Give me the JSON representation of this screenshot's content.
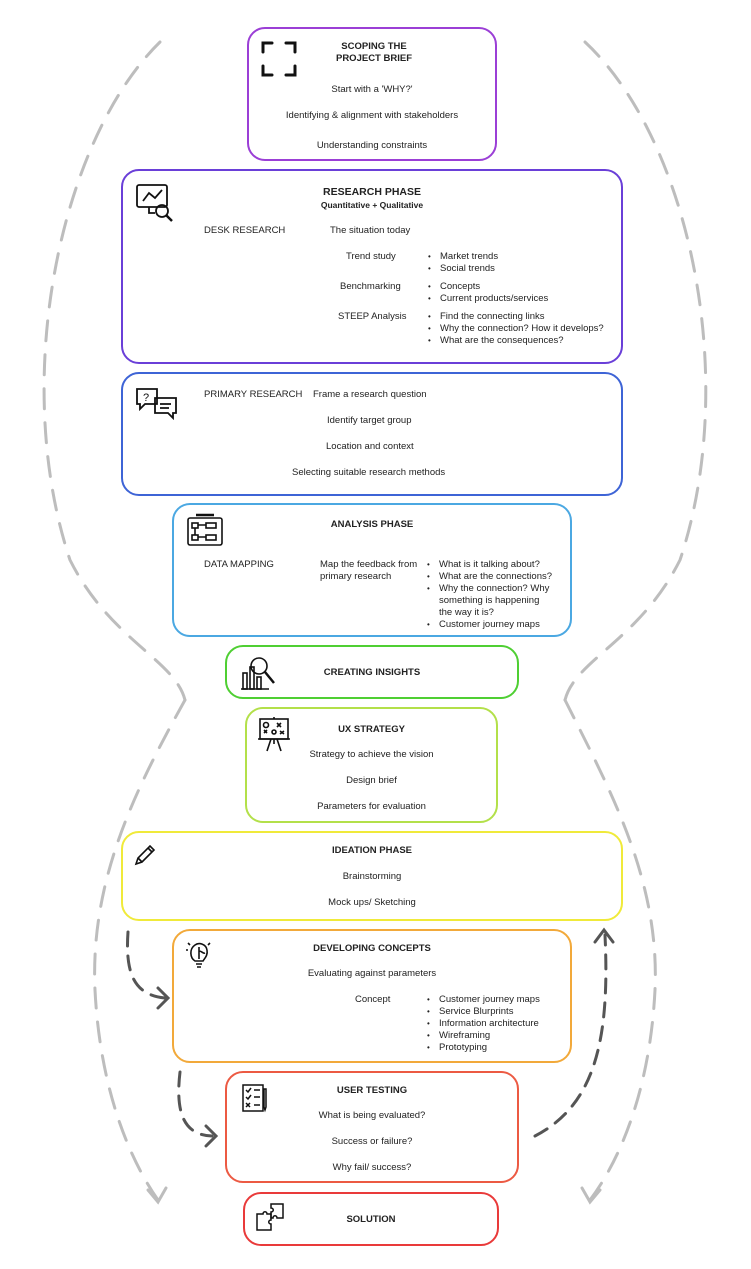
{
  "colors": {
    "scoping": "#9b3fd6",
    "research": "#6a3fd8",
    "primary": "#3e64d6",
    "analysis": "#4ba8e2",
    "insights": "#4fcf33",
    "strategy": "#b3e04a",
    "ideation": "#f0ea3a",
    "developing": "#f2a93a",
    "testing": "#ec5a43",
    "solution": "#e93a3a",
    "dashed_outer": "#bdbdbd",
    "dashed_inner": "#555555"
  },
  "scoping": {
    "title": "SCOPING THE PROJECT BRIEF",
    "items": [
      "Start with a 'WHY?'",
      "Identifying & alignment with stakeholders",
      "Understanding constraints"
    ]
  },
  "research": {
    "title": "RESEARCH PHASE",
    "subtitle": "Quantitative + Qualitative",
    "desk_label": "DESK RESEARCH",
    "situation": "The situation today",
    "rows": [
      {
        "label": "Trend study",
        "bullets": [
          "Market trends",
          "Social trends"
        ]
      },
      {
        "label": "Benchmarking",
        "bullets": [
          "Concepts",
          "Current products/services"
        ]
      },
      {
        "label": "STEEP Analysis",
        "bullets": [
          "Find the connecting links",
          "Why the connection? How it develops?",
          "What are the consequences?"
        ]
      }
    ]
  },
  "primary": {
    "label": "PRIMARY RESEARCH",
    "items": [
      "Frame a research question",
      "Identify target group",
      "Location and context",
      "Selecting suitable research methods"
    ]
  },
  "analysis": {
    "title": "ANALYSIS PHASE",
    "label": "DATA MAPPING",
    "middle_line1": "Map the feedback from",
    "middle_line2": "primary research",
    "bullets": [
      "What is it talking about?",
      "What are the connections?",
      "Why the connection? Why",
      "something is happening",
      "the way it is?",
      "Customer journey maps"
    ]
  },
  "insights": {
    "title": "CREATING INSIGHTS"
  },
  "strategy": {
    "title": "UX STRATEGY",
    "items": [
      "Strategy to achieve the vision",
      "Design brief",
      "Parameters for evaluation"
    ]
  },
  "ideation": {
    "title": "IDEATION PHASE",
    "items": [
      "Brainstorming",
      "Mock ups/ Sketching"
    ]
  },
  "developing": {
    "title": "DEVELOPING CONCEPTS",
    "item": "Evaluating against parameters",
    "label": "Concept",
    "bullets": [
      "Customer journey maps",
      "Service Blurprints",
      "Information architecture",
      "Wireframing",
      "Prototyping"
    ]
  },
  "testing": {
    "title": "USER TESTING",
    "items": [
      "What is being evaluated?",
      "Success or failure?",
      "Why fail/ success?"
    ]
  },
  "solution": {
    "title": "SOLUTION"
  },
  "icons": [
    "frame-corners-icon",
    "analytics-monitor-icon",
    "chat-bubbles-icon",
    "flowchart-board-icon",
    "chart-magnifier-icon",
    "strategy-board-icon",
    "pencil-icon",
    "brain-bulb-icon",
    "checklist-icon",
    "puzzle-icon"
  ]
}
